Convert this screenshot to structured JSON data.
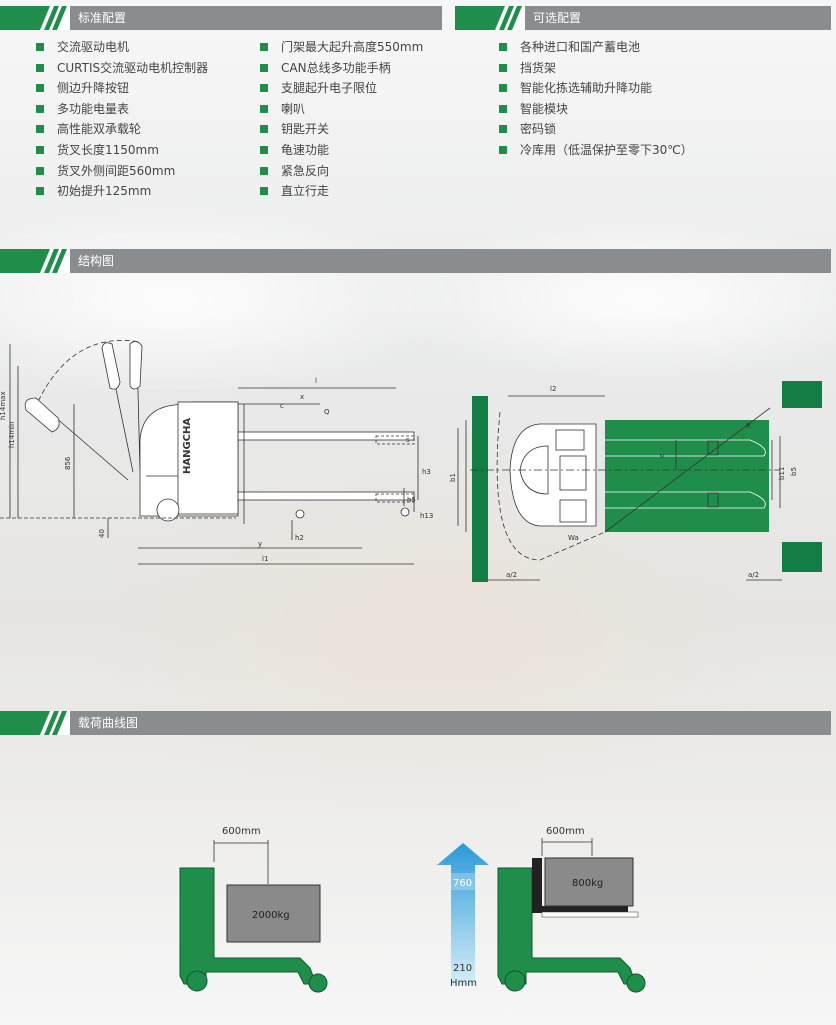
{
  "sections": {
    "standard": {
      "title": "标准配置"
    },
    "optional": {
      "title": "可选配置"
    },
    "structure": {
      "title": "结构图"
    },
    "load": {
      "title": "载荷曲线图"
    }
  },
  "standard_col1": [
    "交流驱动电机",
    "CURTIS交流驱动电机控制器",
    "侧边升降按钮",
    "多功能电量表",
    "高性能双承载轮",
    "货叉长度1150mm",
    "货叉外侧间距560mm",
    "初始提升125mm"
  ],
  "standard_col2": [
    "门架最大起升高度550mm",
    "CAN总线多功能手柄",
    "支腿起升电子限位",
    "喇叭",
    "钥匙开关",
    "龟速功能",
    "紧急反向",
    "直立行走"
  ],
  "optional_list": [
    "各种进口和国产蓄电池",
    "挡货架",
    "智能化拣选辅助升降功能",
    "智能模块",
    "密码锁",
    "冷库用（低温保护至零下30℃）"
  ],
  "structure": {
    "brand": "HANGCHA",
    "side_dims": {
      "l": "l",
      "x": "x",
      "c": "c",
      "Q": "Q",
      "s": "s",
      "h3": "h3",
      "h13": "h13",
      "h5": "h5",
      "h2": "h2",
      "y": "y",
      "l1": "l1",
      "h14max": "h14max",
      "h14min": "h14min",
      "856": "856",
      "40": "40"
    },
    "top_dims": {
      "l2": "l2",
      "b1": "b1",
      "e": "e",
      "b11": "b11",
      "b5": "b5",
      "R": "R",
      "Wa": "Wa",
      "a2_left": "a/2",
      "a2_right": "a/2"
    }
  },
  "load_chart": {
    "left": {
      "distance": "600mm",
      "load": "2000kg"
    },
    "right": {
      "distance": "600mm",
      "load": "800kg"
    },
    "lift": {
      "top": "760",
      "bottom": "210",
      "unit": "Hmm"
    }
  },
  "colors": {
    "green": "#1f8e4a",
    "dark_green": "#137d45",
    "header": "#898d8f",
    "box": "#8a8a8a"
  }
}
